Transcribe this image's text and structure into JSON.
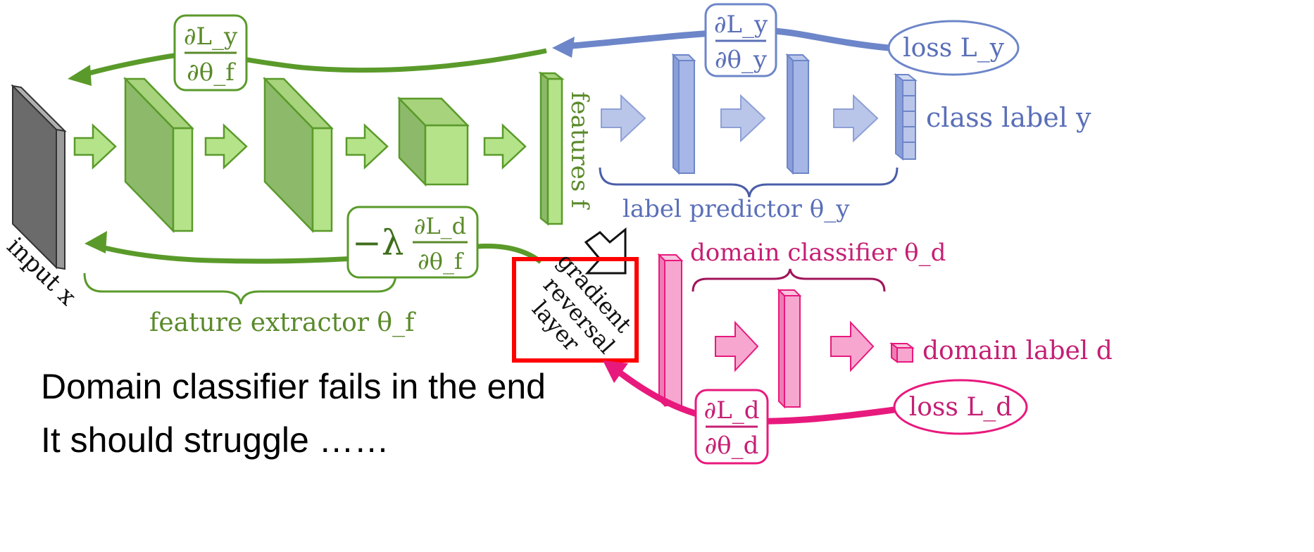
{
  "labels": {
    "input": "input x",
    "features": "features f",
    "class_label": "class label y",
    "label_predictor": "label predictor θ_y",
    "domain_classifier": "domain classifier θ_d",
    "domain_label": "domain label d",
    "feature_extractor": "feature extractor θ_f",
    "grl": [
      "gradient",
      "reversal",
      "layer"
    ],
    "loss_y": "loss L_y",
    "loss_d": "loss L_d",
    "grad_y_f": {
      "num": "∂L_y",
      "den": "∂θ_f"
    },
    "grad_y_y": {
      "num": "∂L_y",
      "den": "∂θ_y"
    },
    "grad_d_f": {
      "prefix": "−λ",
      "num": "∂L_d",
      "den": "∂θ_f"
    },
    "grad_d_d": {
      "num": "∂L_d",
      "den": "∂θ_d"
    }
  },
  "caption": {
    "line1": "Domain classifier fails in the end",
    "line2": "It should struggle ……"
  },
  "colors": {
    "green": "#5a9a2a",
    "green_fill": "#b5e38a",
    "blue": "#6d86c9",
    "blue_fill": "#b9c6ea",
    "pink": "#e8197d",
    "pink_fill": "#f6a6cf",
    "highlight": "#ff0000"
  }
}
